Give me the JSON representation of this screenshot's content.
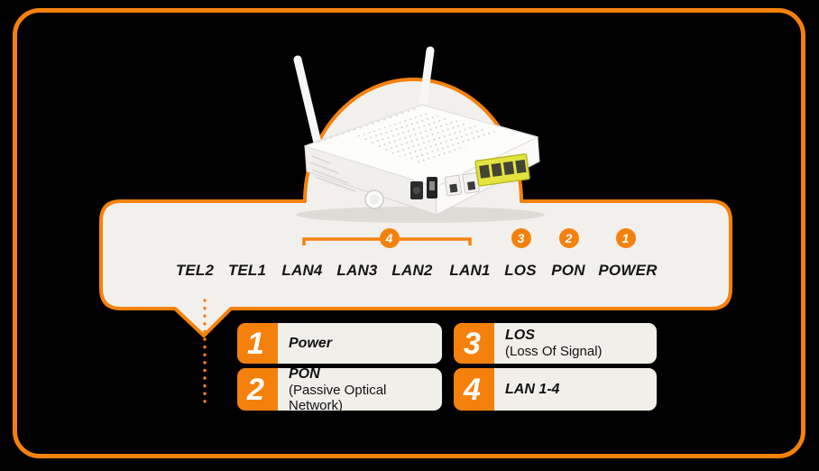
{
  "colors": {
    "accent_orange": "#F5810D",
    "background": "#000000",
    "panel_fill": "#F2F0EC",
    "card_fill": "#F1EFEA",
    "lan_port_yellow": "#E3E43F",
    "label_text": "#161616"
  },
  "device_panel": {
    "port_labels": [
      "TEL2",
      "TEL1",
      "LAN4",
      "LAN3",
      "LAN2",
      "LAN1",
      "LOS",
      "PON",
      "POWER"
    ],
    "badges": {
      "lan_group": "4",
      "los": "3",
      "pon": "2",
      "power": "1"
    }
  },
  "legend": {
    "items": [
      {
        "number": "1",
        "title": "Power",
        "subtitle": ""
      },
      {
        "number": "2",
        "title": "PON",
        "subtitle": "(Passive Optical Network)"
      },
      {
        "number": "3",
        "title": "LOS",
        "subtitle": "(Loss Of Signal)"
      },
      {
        "number": "4",
        "title": "LAN 1-4",
        "subtitle": ""
      }
    ]
  }
}
